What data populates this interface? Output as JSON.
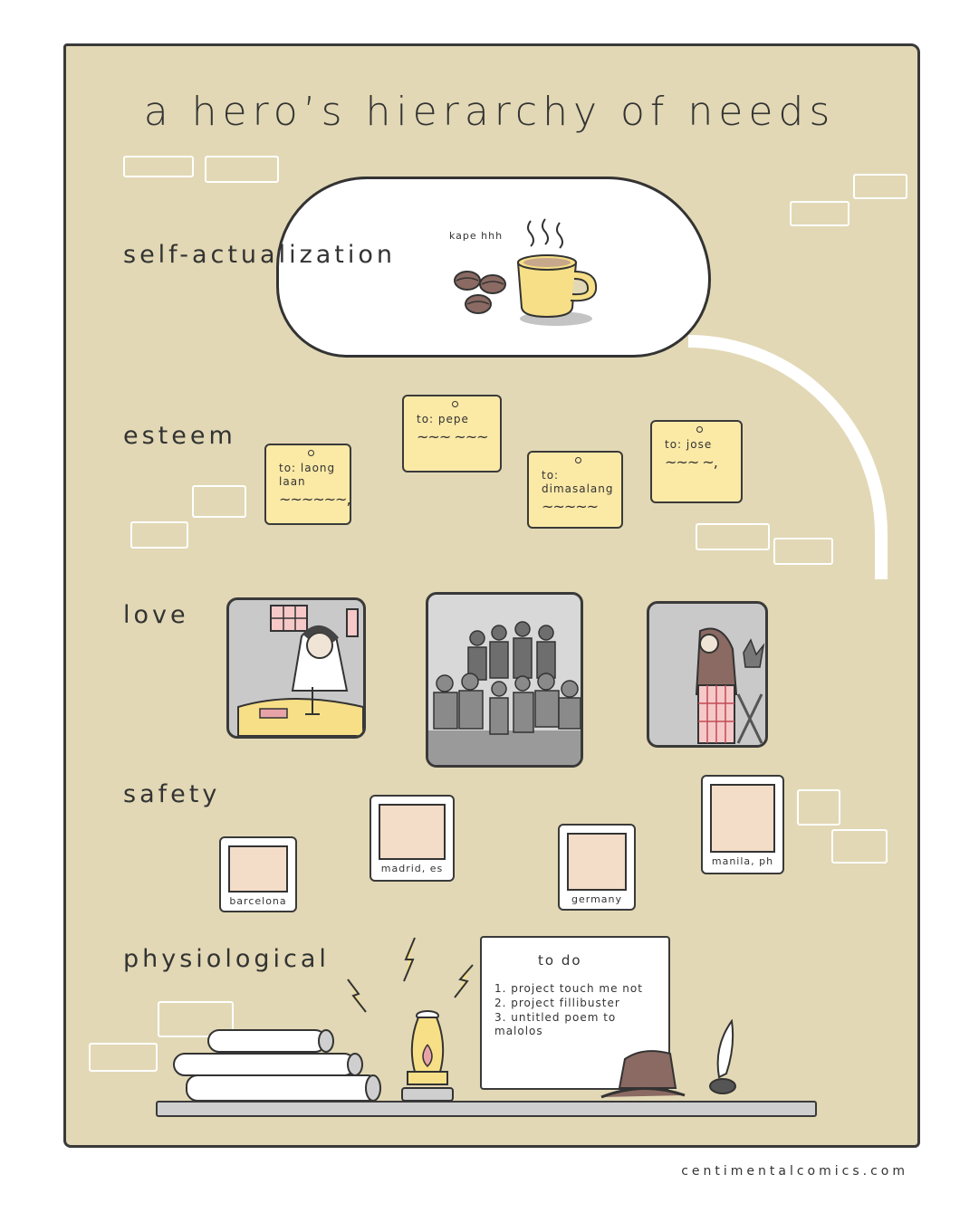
{
  "title": "a hero’s hierarchy of needs",
  "levels": {
    "self_actualization": "self-actualization",
    "esteem": "esteem",
    "love": "love",
    "safety": "safety",
    "physiological": "physiological"
  },
  "thought_bubble": {
    "caption": "kape hhh",
    "icons": [
      "coffee-cup-icon",
      "coffee-beans-icon"
    ]
  },
  "notes": [
    {
      "text": "to: laong laan",
      "scribble": "~~~~~~,"
    },
    {
      "text": "to: pepe",
      "scribble": "~~~ ~~~"
    },
    {
      "text": "to: dimasalang",
      "scribble": "~~~~~"
    },
    {
      "text": "to: jose",
      "scribble": "~~~ ~,"
    }
  ],
  "polaroids": [
    {
      "caption": "barcelona"
    },
    {
      "caption": "madrid, es"
    },
    {
      "caption": "germany"
    },
    {
      "caption": "manila, ph"
    }
  ],
  "todo": {
    "title": "to do",
    "items": [
      "1. project touch me not",
      "2. project fillibuster",
      "3. untitled poem to malolos"
    ]
  },
  "footer": "centimentalcomics.com",
  "colors": {
    "background": "#e2d8b5",
    "note_yellow": "#fbe9a6",
    "cup_yellow": "#f6df86",
    "outline": "#3a3a3a"
  }
}
